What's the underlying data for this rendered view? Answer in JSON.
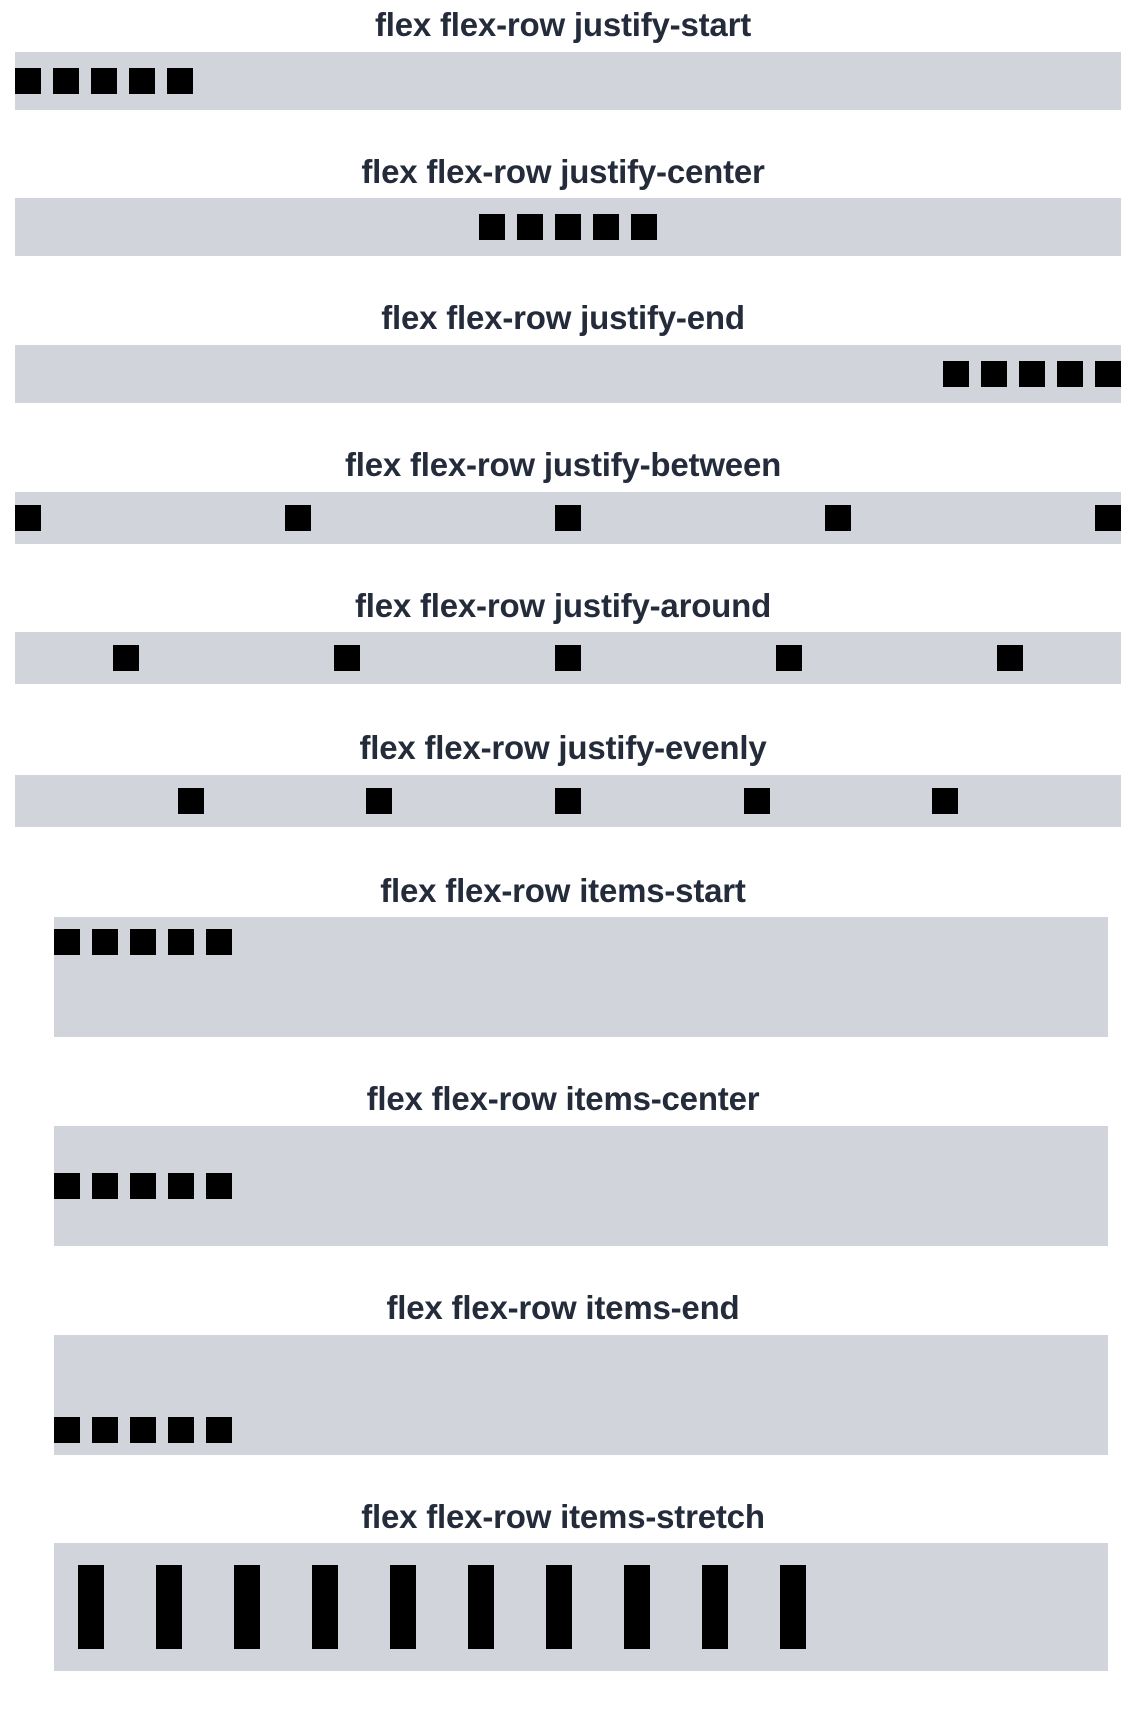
{
  "page": {
    "background_color": "#ffffff",
    "box_color": "#d1d5db",
    "item_color": "#000000",
    "title_color": "#242b3a"
  },
  "sections": [
    {
      "title": "flex flex-row justify-start",
      "mode": "justify",
      "variant": "start",
      "item_count": 5,
      "item_shape": "square"
    },
    {
      "title": "flex flex-row justify-center",
      "mode": "justify",
      "variant": "center",
      "item_count": 5,
      "item_shape": "square"
    },
    {
      "title": "flex flex-row justify-end",
      "mode": "justify",
      "variant": "end",
      "item_count": 5,
      "item_shape": "square"
    },
    {
      "title": "flex flex-row justify-between",
      "mode": "justify",
      "variant": "between",
      "item_count": 5,
      "item_shape": "square"
    },
    {
      "title": "flex flex-row justify-around",
      "mode": "justify",
      "variant": "around",
      "item_count": 5,
      "item_shape": "square"
    },
    {
      "title": "flex flex-row justify-evenly",
      "mode": "justify",
      "variant": "evenly",
      "item_count": 5,
      "item_shape": "square"
    },
    {
      "title": "flex flex-row items-start",
      "mode": "items",
      "variant": "start",
      "item_count": 5,
      "item_shape": "square"
    },
    {
      "title": "flex flex-row items-center",
      "mode": "items",
      "variant": "center",
      "item_count": 5,
      "item_shape": "square"
    },
    {
      "title": "flex flex-row items-end",
      "mode": "items",
      "variant": "end",
      "item_count": 5,
      "item_shape": "square"
    },
    {
      "title": "flex flex-row items-stretch",
      "mode": "items",
      "variant": "stretch",
      "item_count": 10,
      "item_shape": "bar"
    }
  ]
}
